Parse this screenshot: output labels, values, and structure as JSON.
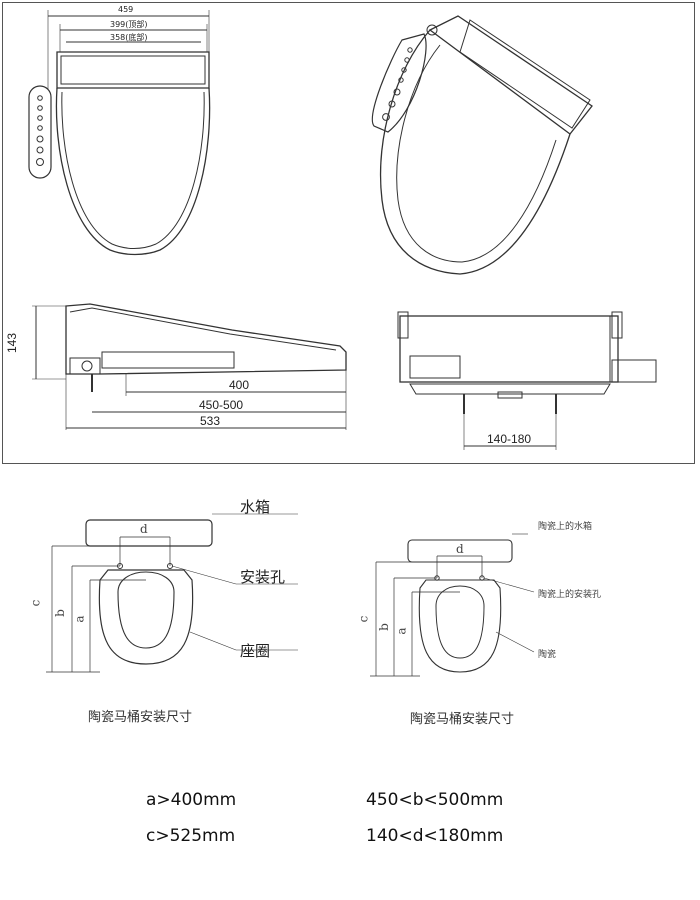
{
  "top_panel": {
    "front_view": {
      "width_overall": "459",
      "width_top": "399(顶部)",
      "width_bottom": "358(底部)"
    },
    "side_view": {
      "height": "143",
      "dim_400": "400",
      "dim_450_500": "450-500",
      "dim_533": "533"
    },
    "back_view": {
      "dim_140_180": "140-180"
    }
  },
  "left_diagram": {
    "label_tank": "水箱",
    "label_holes": "安装孔",
    "label_seat": "座圈",
    "letter_d": "d",
    "letter_c": "c",
    "letter_b": "b",
    "letter_a": "a",
    "caption": "陶瓷马桶安装尺寸"
  },
  "right_diagram": {
    "label_tank": "陶瓷上的水箱",
    "label_holes": "陶瓷上的安装孔",
    "label_ceramic": "陶瓷",
    "letter_d": "d",
    "letter_c": "c",
    "letter_b": "b",
    "letter_a": "a",
    "caption": "陶瓷马桶安装尺寸"
  },
  "specs": {
    "a": "a>400mm",
    "b": "450<b<500mm",
    "c": "c>525mm",
    "d": "140<d<180mm"
  }
}
